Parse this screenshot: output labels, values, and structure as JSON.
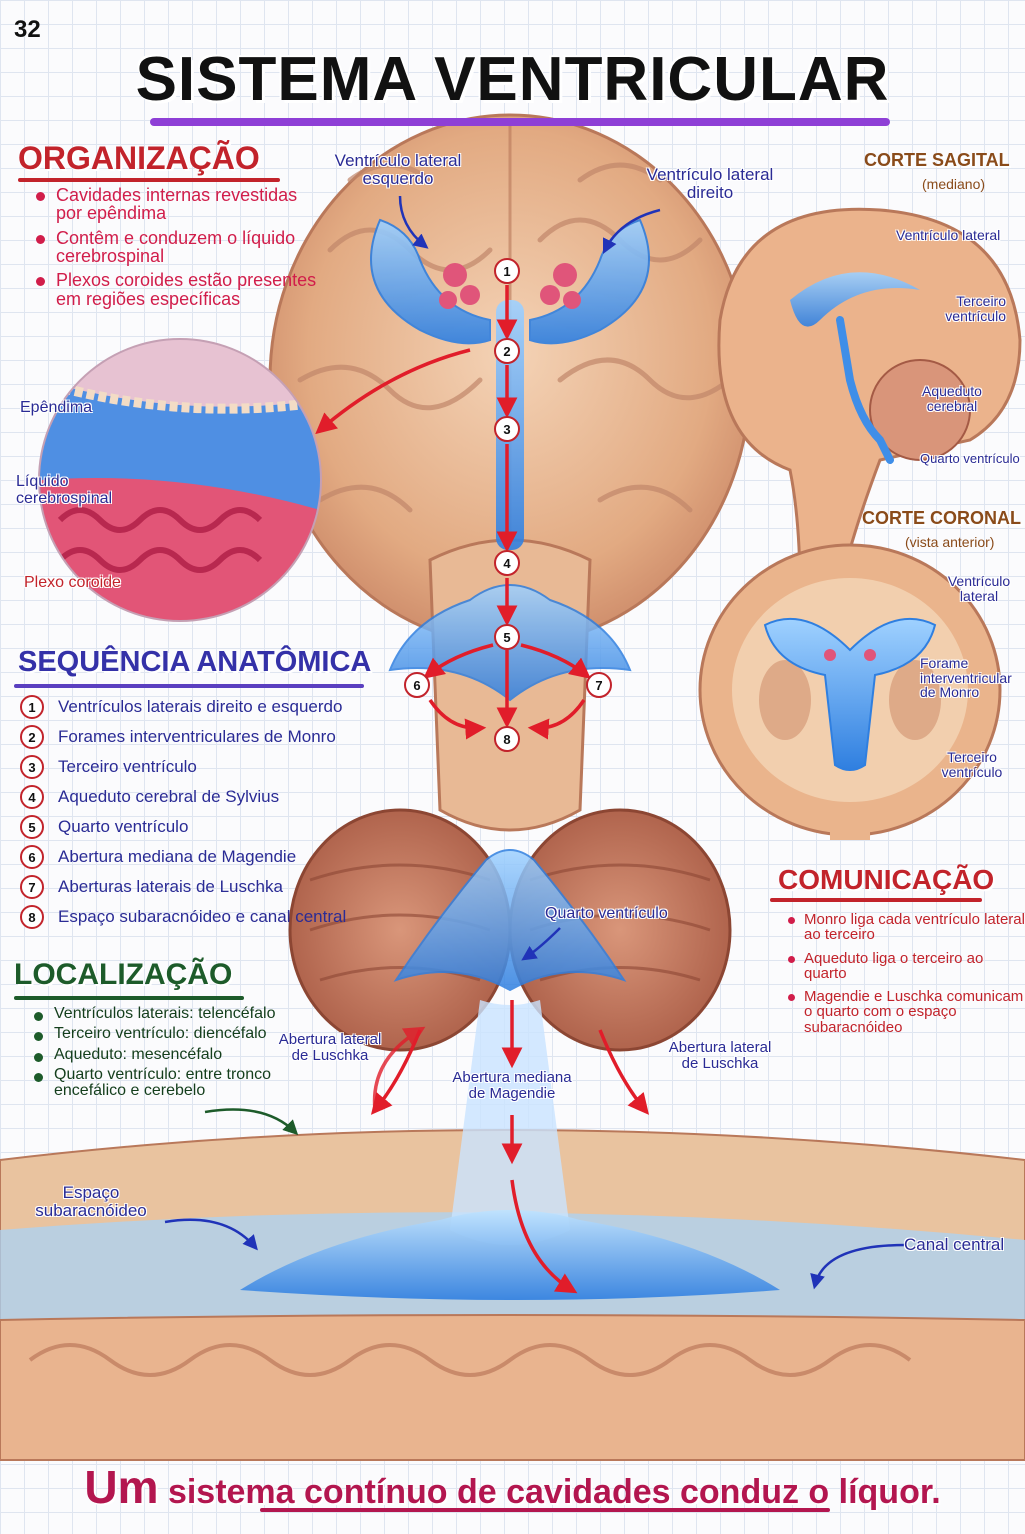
{
  "page_number": "32",
  "title": "SISTEMA VENTRICULAR",
  "organization": {
    "heading": "ORGANIZAÇÃO",
    "items": [
      "Cavidades internas revestidas por epêndima",
      "Contêm e conduzem o líquido cerebrospinal",
      "Plexos coroides estão presentes em regiões específicas"
    ]
  },
  "inset_labels": {
    "ependima": "Epêndima",
    "liquido": "Líquido cerebrospinal",
    "plexo": "Plexo coroide"
  },
  "sequence": {
    "heading": "SEQUÊNCIA ANATÔMICA",
    "items": [
      {
        "n": "1",
        "text": "Ventrículos laterais direito e esquerdo"
      },
      {
        "n": "2",
        "text": "Forames interventriculares de Monro"
      },
      {
        "n": "3",
        "text": "Terceiro ventrículo"
      },
      {
        "n": "4",
        "text": "Aqueduto cerebral de Sylvius"
      },
      {
        "n": "5",
        "text": "Quarto ventrículo"
      },
      {
        "n": "6",
        "text": "Abertura mediana de Magendie"
      },
      {
        "n": "7",
        "text": "Aberturas laterais de Luschka"
      },
      {
        "n": "8",
        "text": "Espaço subaracnóideo e canal central"
      }
    ]
  },
  "localization": {
    "heading": "LOCALIZAÇÃO",
    "items": [
      "Ventrículos laterais: telencéfalo",
      "Terceiro ventrículo: diencéfalo",
      "Aqueduto: mesencéfalo",
      "Quarto ventrículo: entre tronco encefálico e cerebelo"
    ]
  },
  "communication": {
    "heading": "COMUNICAÇÃO",
    "items": [
      "Monro liga cada ventrículo lateral ao terceiro",
      "Aqueduto liga o terceiro ao quarto",
      "Magendie e Luschka comunicam o quarto com o espaço subaracnóideo"
    ]
  },
  "main_labels": {
    "vl_esquerdo": "Ventrículo lateral esquerdo",
    "vl_direito": "Ventrículo lateral direito",
    "quarto": "Quarto ventrículo",
    "luschka_esq": "Abertura lateral de Luschka",
    "luschka_dir": "Abertura lateral de Luschka",
    "magendie": "Abertura mediana de Magendie",
    "subaracnoideo": "Espaço subaracnóideo",
    "canal_central": "Canal central"
  },
  "sagittal": {
    "heading": "CORTE SAGITAL",
    "sub": "(mediano)",
    "labels": {
      "vl": "Ventrículo lateral",
      "terceiro": "Terceiro ventrículo",
      "aqueduto": "Aqueduto cerebral",
      "quarto": "Quarto ventrículo"
    }
  },
  "coronal": {
    "heading": "CORTE CORONAL",
    "sub": "(vista anterior)",
    "labels": {
      "vl": "Ventrículo lateral",
      "monro": "Forame interventricular de Monro",
      "terceiro": "Terceiro ventrículo"
    }
  },
  "flow_numbers": [
    "1",
    "2",
    "3",
    "4",
    "5",
    "6",
    "7",
    "8"
  ],
  "footer": {
    "big": "Um",
    "rest": "sistema contínuo de cavidades conduz o líquor."
  },
  "colors": {
    "csf_blue": "#3f8ee8",
    "tissue": "#e8b58c",
    "plexus": "#e0557a",
    "flow_arrow": "#e11d2a",
    "label_blue": "#2a2b95",
    "accent_purple": "#8e3fd6"
  }
}
